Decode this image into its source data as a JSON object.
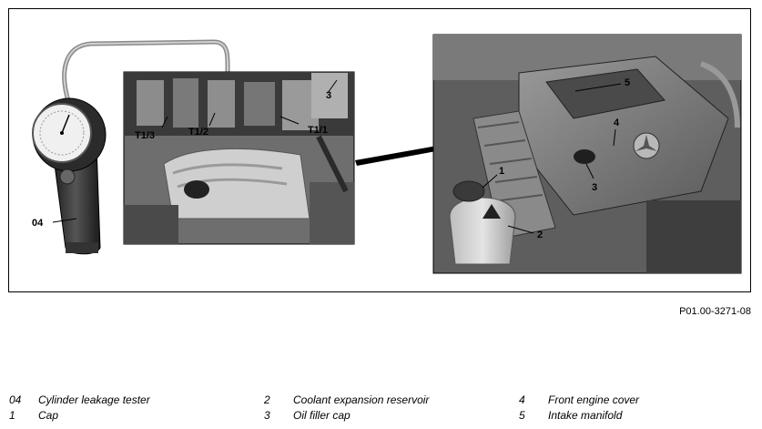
{
  "figure": {
    "callouts": {
      "tester": "04",
      "t13": "T1/3",
      "t12": "T1/2",
      "t11": "T1/1",
      "oil_cap_left": "3",
      "cap": "1",
      "reservoir": "2",
      "oil_cap_right": "3",
      "front_cover": "4",
      "intake": "5"
    },
    "colors": {
      "border": "#000000",
      "engine_dark": "#2a2a2a",
      "engine_mid": "#7a7a7a",
      "engine_light": "#c8c8c8"
    }
  },
  "figure_id": "P01.00-3271-08",
  "legend": [
    {
      "number": "04",
      "label": "Cylinder leakage tester"
    },
    {
      "number": "2",
      "label": "Coolant expansion reservoir"
    },
    {
      "number": "4",
      "label": "Front engine cover"
    },
    {
      "number": "1",
      "label": "Cap"
    },
    {
      "number": "3",
      "label": "Oil filler cap"
    },
    {
      "number": "5",
      "label": "Intake manifold"
    }
  ]
}
